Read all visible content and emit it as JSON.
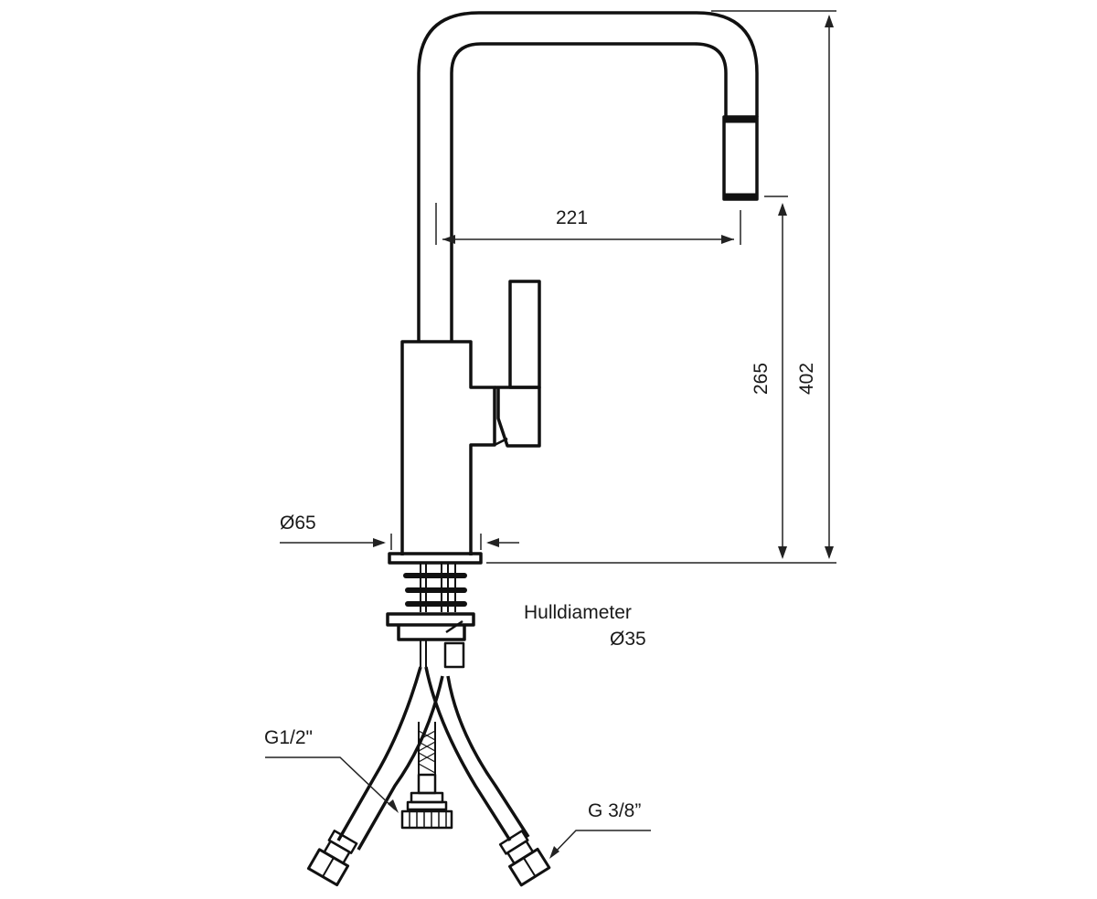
{
  "drawing": {
    "subject": "kitchen faucet technical drawing",
    "dimensions": {
      "reach": "221",
      "spout_height": "265",
      "total_height": "402",
      "base_diameter": "Ø65"
    },
    "hole": {
      "label": "Hulldiameter",
      "value": "Ø35"
    },
    "connections": {
      "main": "G1/2\"",
      "hoses": "G 3/8”"
    }
  }
}
